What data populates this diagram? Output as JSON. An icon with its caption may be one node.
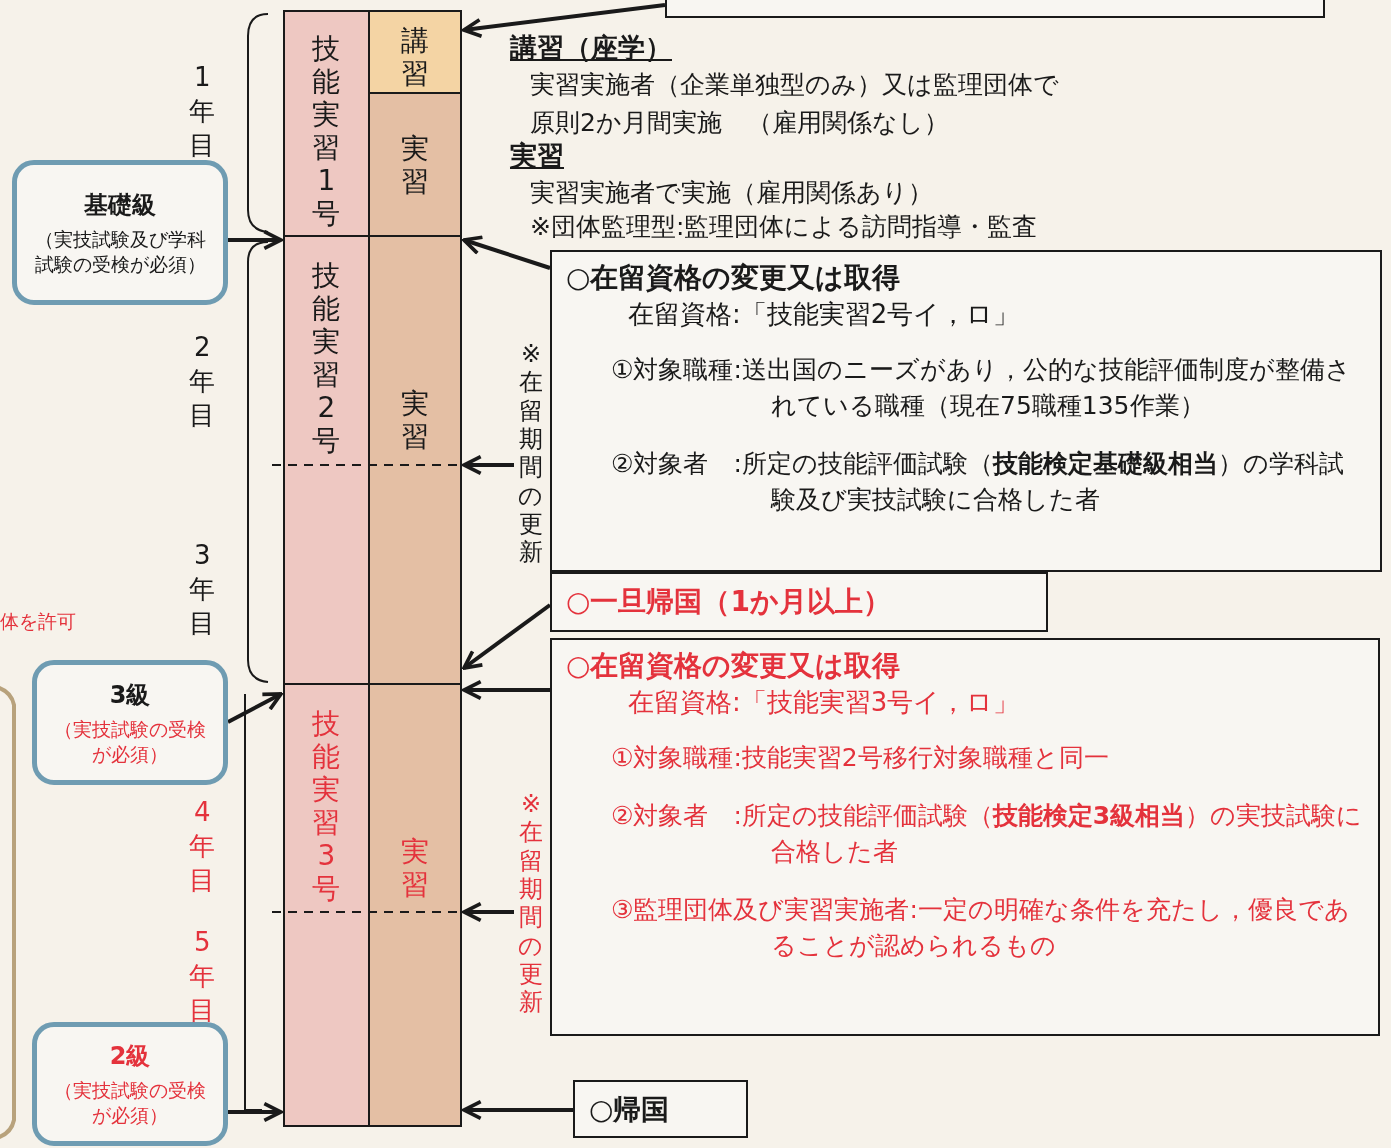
{
  "diagram": {
    "nodes": [
      {
        "text": [],
        "shape": "box"
      },
      {
        "text": [
          "技能実習1号"
        ]
      },
      {
        "text": [
          "講習"
        ]
      },
      {
        "text": [
          "実習"
        ]
      },
      {
        "text": [
          "技能実習2号"
        ]
      },
      {
        "text": [
          "実習"
        ]
      },
      {
        "text": [
          "技能実習3号"
        ]
      },
      {
        "text": [
          "実習"
        ]
      },
      {
        "text": [
          "基礎級",
          "（実技試験及び学科試験の受検が必須）"
        ]
      },
      {
        "text": [
          "3級",
          "（実技試験の受検が必須）"
        ]
      },
      {
        "text": [
          "2級",
          "（実技試験の受検が必須）"
        ]
      },
      {
        "text": [
          "○在留資格の変更又は取得",
          "在留資格:「技能実習2号イ，ロ」",
          "①対象職種:送出国のニーズがあり，公的な技能評価制度が整備されている職種（現在75職種135作業）",
          "②対象者　:所定の技能評価試験（**技能検定基礎級相当**）の学科試験及び実技試験に合格した者"
        ]
      },
      {
        "text": [
          "○一旦帰国（1か月以上）"
        ]
      },
      {
        "text": [
          "○在留資格の変更又は取得",
          "在留資格:「技能実習3号イ，ロ」",
          "①対象職種:技能実習2号移行対象職種と同一",
          "②対象者　:所定の技能評価試験（**技能検定3級相当**）の実技試験に合格した者",
          "③監理団体及び実習実施者:一定の明確な条件を充たし，優良であることが認められるもの"
        ]
      },
      {
        "text": [
          "○帰国"
        ]
      },
      {
        "text": [
          "※在留期間の更新"
        ]
      },
      {
        "text": [
          "※在留期間の更新"
        ]
      }
    ],
    "edges": [
      {
        "from": 0,
        "to": 2,
        "arrow": "to"
      },
      {
        "from": 8,
        "to": 4,
        "arrow": "to"
      },
      {
        "from": 11,
        "to": 5,
        "arrow": "to"
      },
      {
        "from": 12,
        "to": 5,
        "arrow": "to"
      },
      {
        "from": 13,
        "to": 7,
        "arrow": "to"
      },
      {
        "from": 9,
        "to": 6,
        "arrow": "to"
      },
      {
        "from": 10,
        "to": 6,
        "arrow": "to"
      },
      {
        "from": 14,
        "to": 7,
        "arrow": "to"
      },
      {
        "from": 15,
        "to": 5,
        "arrow": "to"
      },
      {
        "from": 16,
        "to": 7,
        "arrow": "to"
      }
    ],
    "labels": [
      "1年目",
      "講習（座学）",
      "実習実施者（企業単独型のみ）又は監理団体で原則2か月間実施　（雇用関係なし）",
      "実習",
      "実習実施者で実施（雇用関係あり）",
      "※団体監理型:監理団体による訪問指導・監査",
      "2年目",
      "3年目",
      "体を許可",
      "4年目",
      "5年目"
    ]
  }
}
